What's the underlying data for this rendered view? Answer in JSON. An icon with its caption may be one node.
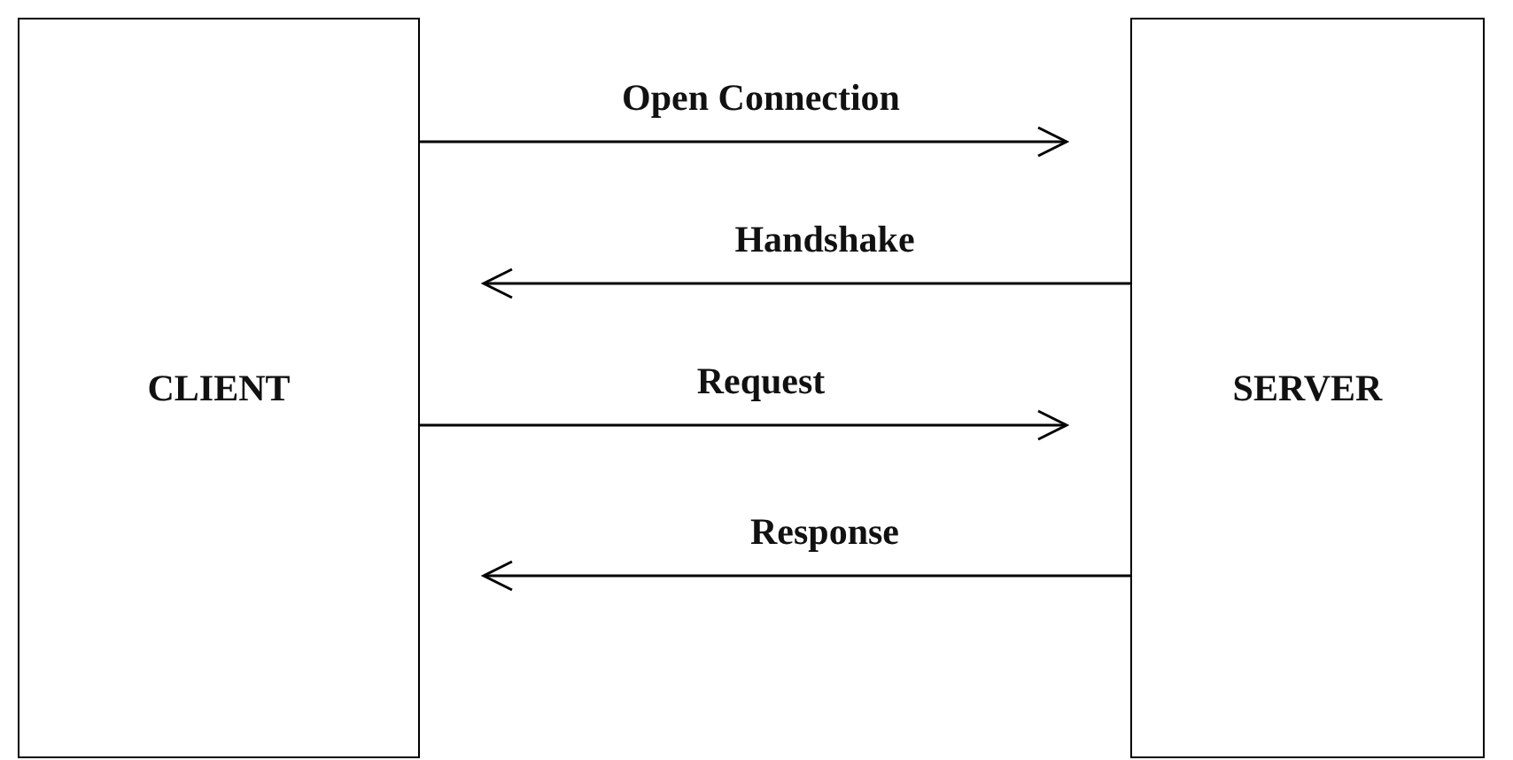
{
  "diagram": {
    "nodes": [
      {
        "text": [
          "CLIENT"
        ]
      },
      {
        "text": [
          "SERVER"
        ]
      }
    ],
    "edges": [
      {
        "from": 0,
        "to": 1,
        "arrow": "to",
        "label": "Open Connection"
      },
      {
        "from": 1,
        "to": 0,
        "arrow": "to",
        "label": "Handshake"
      },
      {
        "from": 0,
        "to": 1,
        "arrow": "to",
        "label": "Request"
      },
      {
        "from": 1,
        "to": 0,
        "arrow": "to",
        "label": "Response"
      }
    ]
  }
}
